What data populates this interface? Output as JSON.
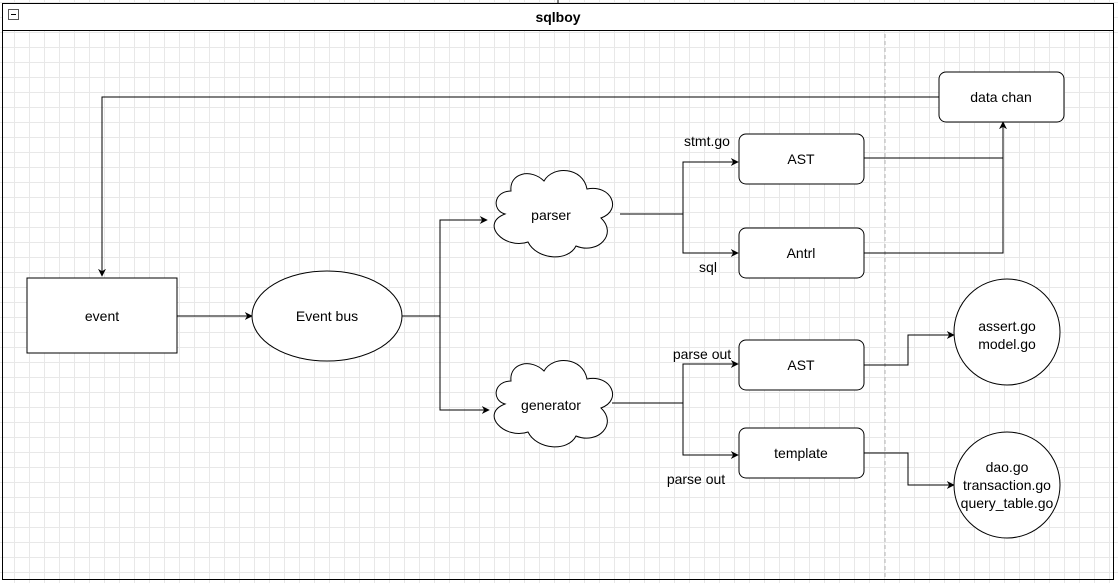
{
  "pool": {
    "title": "sqlboy"
  },
  "nodes": {
    "event": "event",
    "event_bus": "Event bus",
    "parser": "parser",
    "generator": "generator",
    "ast_top": "AST",
    "antrl": "Antrl",
    "data_chan": "data chan",
    "ast_bottom": "AST",
    "template": "template",
    "model_output": [
      "assert.go",
      "model.go"
    ],
    "dao_output": [
      "dao.go",
      "transaction.go",
      "query_table.go"
    ]
  },
  "edge_labels": {
    "stmt": "stmt.go",
    "sql": "sql",
    "parse_out_ast": "parse out",
    "parse_out_template": "parse out"
  },
  "colors": {
    "stroke": "#000000",
    "fill": "#ffffff",
    "grid": "#e8e8e8",
    "divider": "#b3b3b3"
  }
}
